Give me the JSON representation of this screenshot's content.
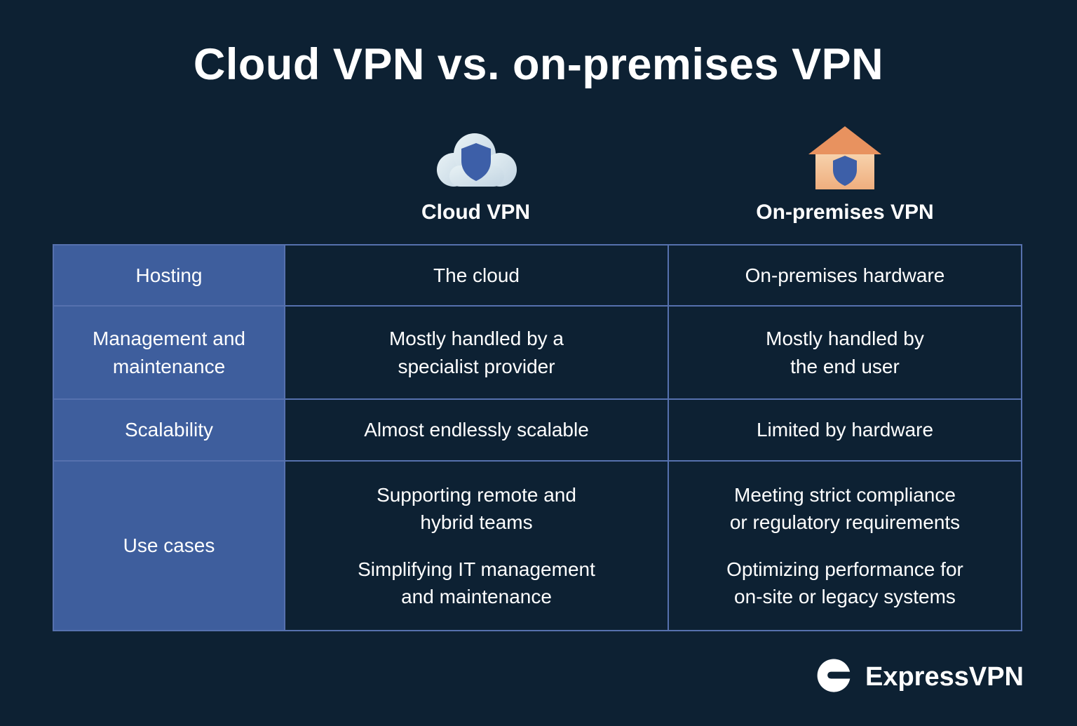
{
  "title": "Cloud VPN vs. on-premises VPN",
  "col_headers": {
    "cloud": {
      "label": "Cloud VPN",
      "icon": "cloud-shield-icon"
    },
    "onprem": {
      "label": "On-premises VPN",
      "icon": "house-shield-icon"
    }
  },
  "table": {
    "rows": [
      {
        "header": "Hosting",
        "cloud": "The cloud",
        "onprem": "On-premises hardware"
      },
      {
        "header": "Management and\nmaintenance",
        "cloud": "Mostly handled by a\nspecialist provider",
        "onprem": "Mostly handled by\nthe end user"
      },
      {
        "header": "Scalability",
        "cloud": "Almost endlessly scalable",
        "onprem": "Limited by hardware"
      },
      {
        "header": "Use cases",
        "cloud_p1": "Supporting remote and\nhybrid teams",
        "cloud_p2": "Simplifying IT management\nand maintenance",
        "onprem_p1": "Meeting strict compliance\nor regulatory requirements",
        "onprem_p2": "Optimizing performance for\non-site or legacy systems"
      }
    ]
  },
  "footer": {
    "brand": "ExpressVPN",
    "icon": "expressvpn-logo-icon"
  },
  "colors": {
    "background": "#0d2133",
    "header_column": "#3e5e9d",
    "border": "#5671ae",
    "text": "#ffffff",
    "shield_blue": "#3d5fa8",
    "house_orange": "#e8925f",
    "house_body": "#f3c29a",
    "cloud_fill": "#d4e2ea"
  }
}
